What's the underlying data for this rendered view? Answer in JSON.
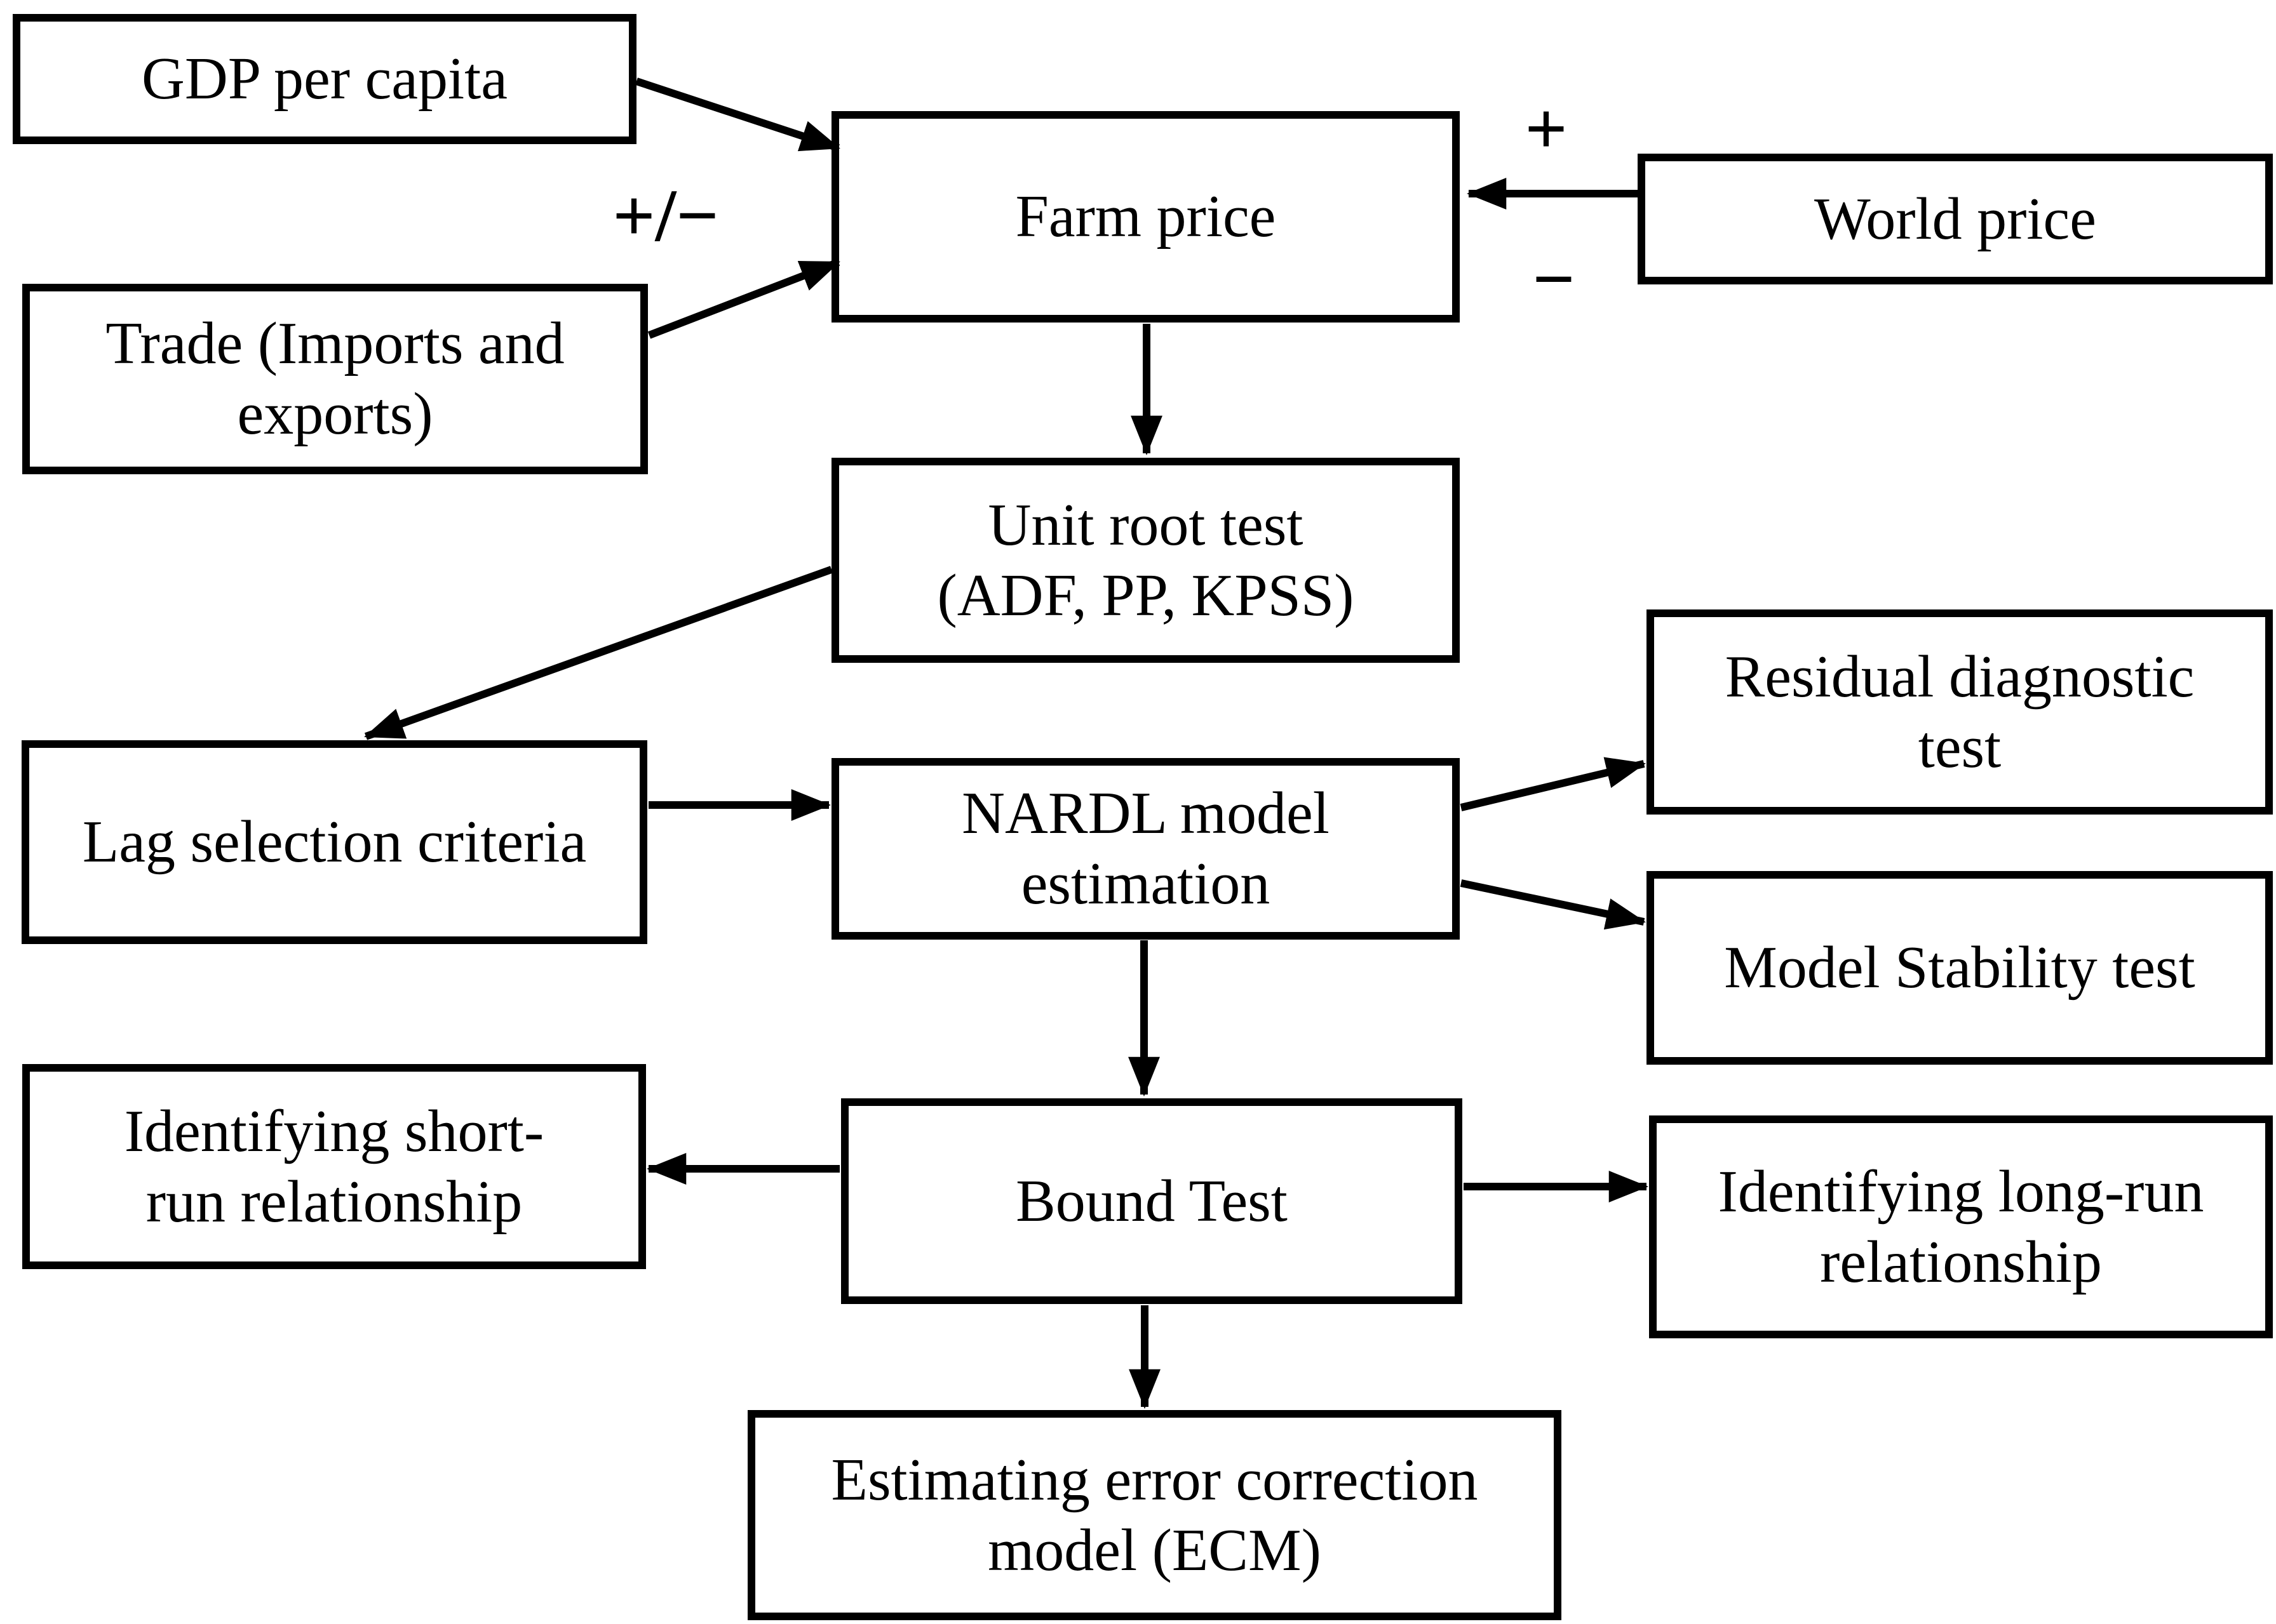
{
  "colors": {
    "ink": "#000000",
    "background": "#ffffff"
  },
  "nodes": {
    "gdp": "GDP per capita",
    "trade": "Trade (Imports and\nexports)",
    "farm": "Farm price",
    "world": "World price",
    "unit_root": "Unit root test\n(ADF, PP, KPSS)",
    "lag": "Lag selection criteria",
    "nardl": "NARDL model\nestimation",
    "residual": "Residual diagnostic\ntest",
    "stability": "Model Stability test",
    "bound": "Bound Test",
    "short_run": "Identifying short-\nrun relationship",
    "long_run": "Identifying long-run\nrelationship",
    "ecm": "Estimating error correction\nmodel (ECM)"
  },
  "labels": {
    "plus_minus": "+/−",
    "plus": "+",
    "minus": "−"
  }
}
